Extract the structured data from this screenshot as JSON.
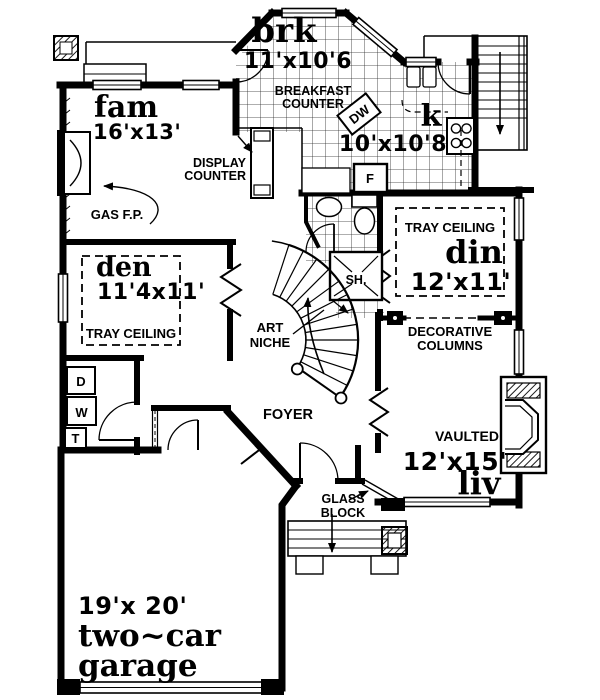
{
  "rooms": {
    "breakfast": {
      "label": "brk",
      "dims": "11'x10'6"
    },
    "family": {
      "label": "fam",
      "dims": "16'x13'"
    },
    "kitchen": {
      "label": "k",
      "dims": "10'x10'8"
    },
    "den": {
      "label": "den",
      "dims": "11'4x11'",
      "ceiling": "TRAY CEILING"
    },
    "dining": {
      "label": "din",
      "dims": "12'x11'",
      "ceiling": "TRAY CEILING"
    },
    "living": {
      "label": "liv",
      "dims": "12'x15'",
      "ceiling": "VAULTED"
    },
    "garage": {
      "dims": "19'x 20'",
      "label_line1": "two~car",
      "label_line2": "garage"
    },
    "foyer": {
      "label": "FOYER"
    }
  },
  "annotations": {
    "breakfast_counter_1": "BREAKFAST",
    "breakfast_counter_2": "COUNTER",
    "display_counter_1": "DISPLAY",
    "display_counter_2": "COUNTER",
    "gas_fireplace": "GAS F.P.",
    "art_niche_1": "ART",
    "art_niche_2": "NICHE",
    "decorative_columns_1": "DECORATIVE",
    "decorative_columns_2": "COLUMNS",
    "glass_block_1": "GLASS",
    "glass_block_2": "BLOCK"
  },
  "fixtures": {
    "dishwasher": "DW",
    "fridge": "F",
    "shower": "SH.",
    "dryer": "D",
    "washer": "W",
    "laundry_tub": "T"
  },
  "colors": {
    "ink": "#000000",
    "paper": "#ffffff"
  }
}
